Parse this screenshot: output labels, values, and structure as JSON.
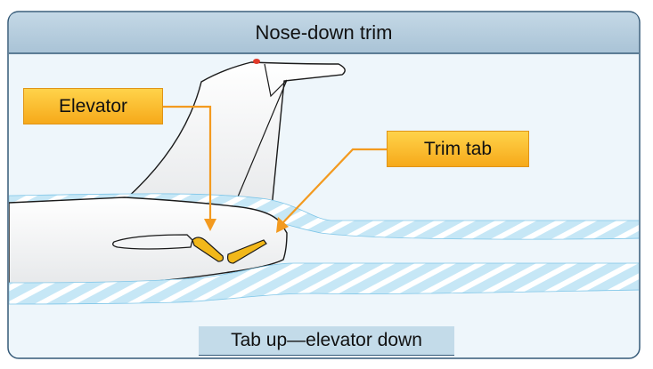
{
  "title": "Nose-down trim",
  "labels": {
    "elevator": "Elevator",
    "trim_tab": "Trim tab"
  },
  "caption": "Tab up—elevator down",
  "colors": {
    "panel_background": "#eef6fb",
    "header_background": "#b8cfdf",
    "border": "#355a78",
    "callout_fill": "#fbbf2c",
    "pointer_line": "#f39a1f",
    "airflow": "#4fb6e6",
    "control_surface": "#f2b81a"
  }
}
